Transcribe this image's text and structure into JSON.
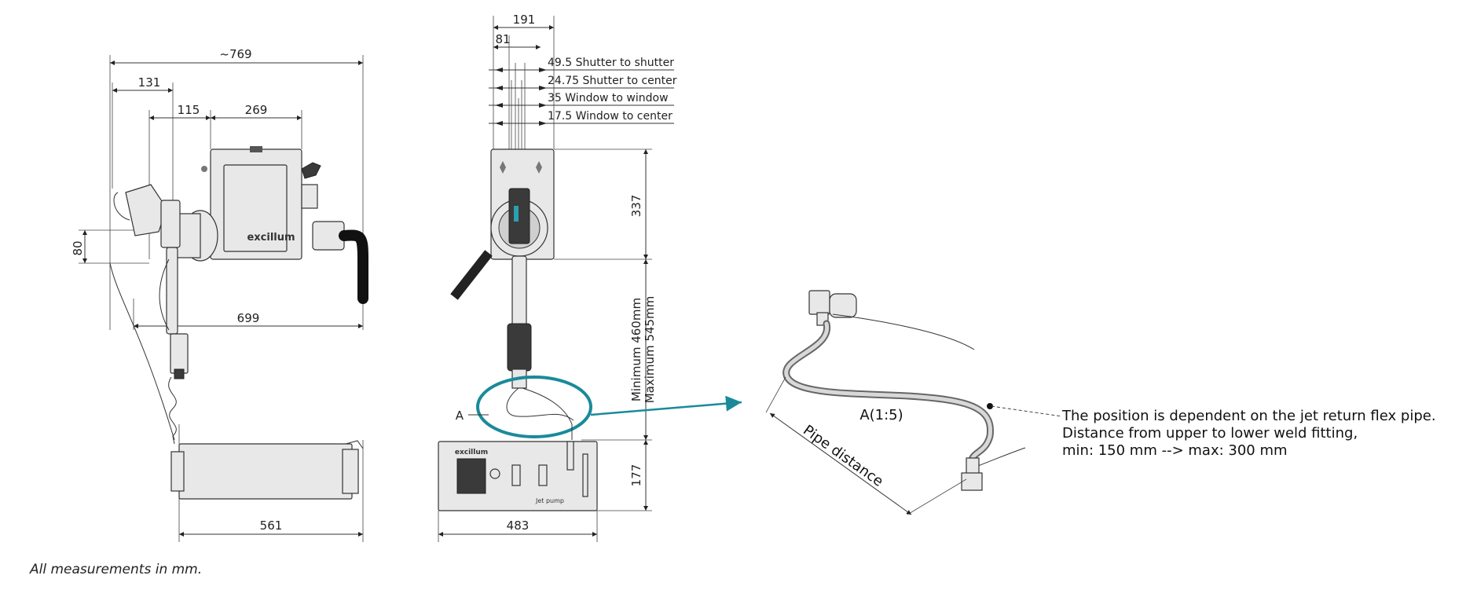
{
  "dimensions": {
    "overall_width": "~769",
    "d131": "131",
    "d115": "115",
    "d269": "269",
    "d80": "80",
    "d699": "699",
    "d561": "561",
    "d191": "191",
    "d81": "81",
    "shutter_to_shutter": "49.5 Shutter to shutter",
    "shutter_to_center": "24.75 Shutter to center",
    "window_to_window": "35 Window to window",
    "window_to_center": "17.5 Window to center",
    "d337": "337",
    "min_height": "Minimum 460mm",
    "max_height": "Maximum 545mm",
    "d177": "177",
    "d483": "483"
  },
  "labels": {
    "detail_marker": "A",
    "detail_title": "A(1:5)",
    "pipe_distance": "Pipe distance",
    "brand_main": "excillum",
    "brand_panel": "excillum",
    "panel_caption": "Jet pump"
  },
  "note": {
    "line1": "The position is dependent on the jet return flex pipe.",
    "line2": "Distance from upper to lower weld fitting,",
    "line3": "min: 150 mm --> max: 300 mm"
  },
  "footer": "All measurements in mm.",
  "colors": {
    "detail_circle": "#1a8a9a",
    "line": "#333333"
  }
}
